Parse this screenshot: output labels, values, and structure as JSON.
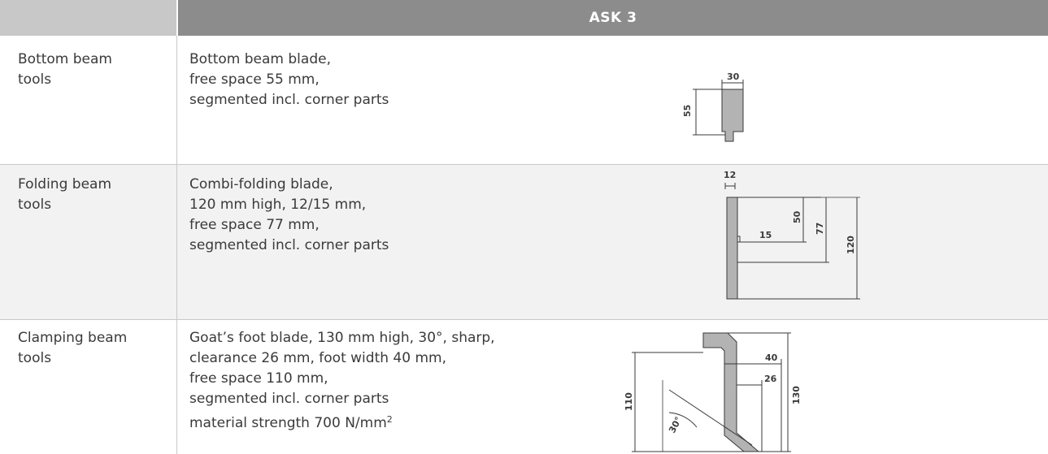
{
  "header": {
    "title": "ASK 3"
  },
  "rows": [
    {
      "label_lines": [
        "Bottom beam",
        "tools"
      ],
      "description_lines": [
        "Bottom beam blade,",
        "free space 55 mm,",
        "segmented incl. corner parts"
      ],
      "drawing": {
        "width_label": "30",
        "height_label": "55"
      }
    },
    {
      "label_lines": [
        "Folding beam",
        "tools"
      ],
      "description_lines": [
        "Combi-folding blade,",
        "120 mm high, 12/15 mm,",
        "free space 77 mm,",
        "segmented incl. corner parts"
      ],
      "drawing": {
        "thickness_label": "12",
        "inner_label": "15",
        "dim_50": "50",
        "dim_77": "77",
        "dim_120": "120"
      }
    },
    {
      "label_lines": [
        "Clamping beam",
        "tools"
      ],
      "description_lines": [
        "Goat’s foot blade, 130 mm high, 30°, sharp,",
        "clearance 26 mm, foot width 40 mm,",
        "free space 110 mm,",
        "segmented incl. corner parts"
      ],
      "strength_prefix": "material strength 700 N/mm",
      "strength_sup": "2",
      "drawing": {
        "dim_40": "40",
        "dim_26": "26",
        "dim_130": "130",
        "dim_110": "110",
        "angle_label": "30°"
      }
    }
  ],
  "colors": {
    "header_bg": "#8c8c8c",
    "header_left_bg": "#c8c8c8",
    "row_alt_bg": "#f2f2f2",
    "blade_fill": "#b3b3b3",
    "text": "#3a3a3a"
  }
}
